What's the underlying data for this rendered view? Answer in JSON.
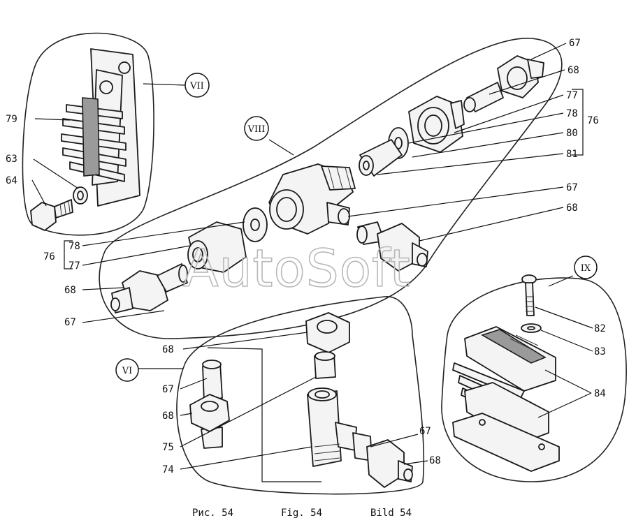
{
  "groups": {
    "vi": "VI",
    "vii": "VII",
    "viii": "VIII",
    "ix": "IX"
  },
  "callouts": {
    "c67_a": "67",
    "c68_a": "68",
    "c77_a": "77",
    "c78_a": "78",
    "c80": "80",
    "c81": "81",
    "c76_a": "76",
    "c67_b": "67",
    "c68_b": "68",
    "c79": "79",
    "c63": "63",
    "c64": "64",
    "c78_b": "78",
    "c77_b": "77",
    "c76_b": "76",
    "c68_c": "68",
    "c67_c": "67",
    "c68_d": "68",
    "c67_d": "67",
    "c68_e": "68",
    "c75": "75",
    "c74": "74",
    "c67_e": "67",
    "c68_f": "68",
    "c82": "82",
    "c83": "83",
    "c84": "84"
  },
  "watermark": "AutoSoft",
  "captions": {
    "ru": "Рис. 54",
    "en": "Fig. 54",
    "de": "Bild 54"
  }
}
